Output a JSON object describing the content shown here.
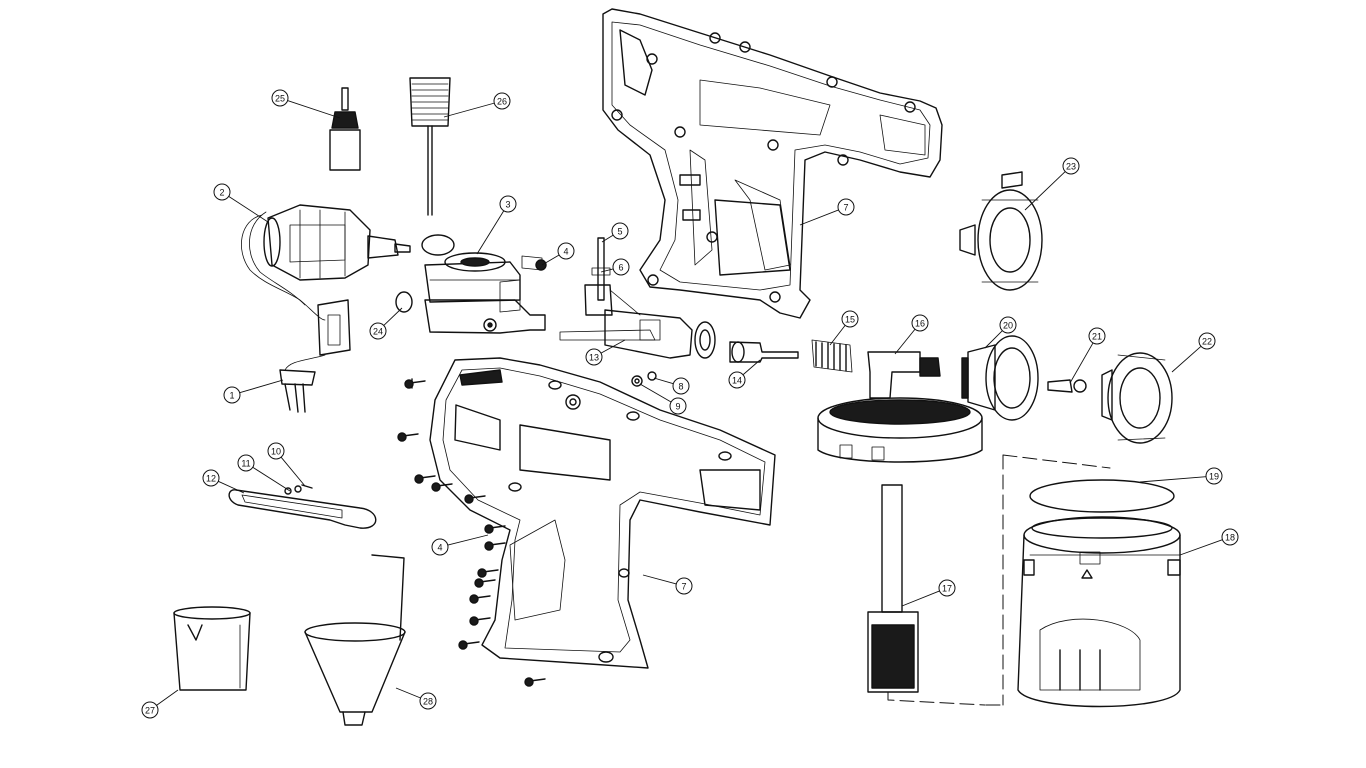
{
  "callouts": [
    {
      "id": "c1",
      "number": "1"
    },
    {
      "id": "c2",
      "number": "2"
    },
    {
      "id": "c3",
      "number": "3"
    },
    {
      "id": "c4a",
      "number": "4"
    },
    {
      "id": "c4b",
      "number": "4"
    },
    {
      "id": "c5",
      "number": "5"
    },
    {
      "id": "c6",
      "number": "6"
    },
    {
      "id": "c7a",
      "number": "7"
    },
    {
      "id": "c7b",
      "number": "7"
    },
    {
      "id": "c8",
      "number": "8"
    },
    {
      "id": "c9",
      "number": "9"
    },
    {
      "id": "c10",
      "number": "10"
    },
    {
      "id": "c11",
      "number": "11"
    },
    {
      "id": "c12",
      "number": "12"
    },
    {
      "id": "c13",
      "number": "13"
    },
    {
      "id": "c14",
      "number": "14"
    },
    {
      "id": "c15",
      "number": "15"
    },
    {
      "id": "c16",
      "number": "16"
    },
    {
      "id": "c17",
      "number": "17"
    },
    {
      "id": "c18",
      "number": "18"
    },
    {
      "id": "c19",
      "number": "19"
    },
    {
      "id": "c20",
      "number": "20"
    },
    {
      "id": "c21",
      "number": "21"
    },
    {
      "id": "c22",
      "number": "22"
    },
    {
      "id": "c23",
      "number": "23"
    },
    {
      "id": "c24",
      "number": "24"
    },
    {
      "id": "c25",
      "number": "25"
    },
    {
      "id": "c26",
      "number": "26"
    },
    {
      "id": "c27",
      "number": "27"
    },
    {
      "id": "c28",
      "number": "28"
    }
  ],
  "parts": [
    "motor-with-wiring",
    "pump-housing",
    "trigger-valve-assembly",
    "right-housing-half",
    "left-housing-half",
    "nozzle-spring",
    "suction-tube-connector-lid",
    "paint-container",
    "air-cap",
    "spray-tip",
    "oil-bottle",
    "viscosity-cup",
    "measuring-cup",
    "funnel",
    "trigger-lever",
    "suction-tube-filter"
  ]
}
